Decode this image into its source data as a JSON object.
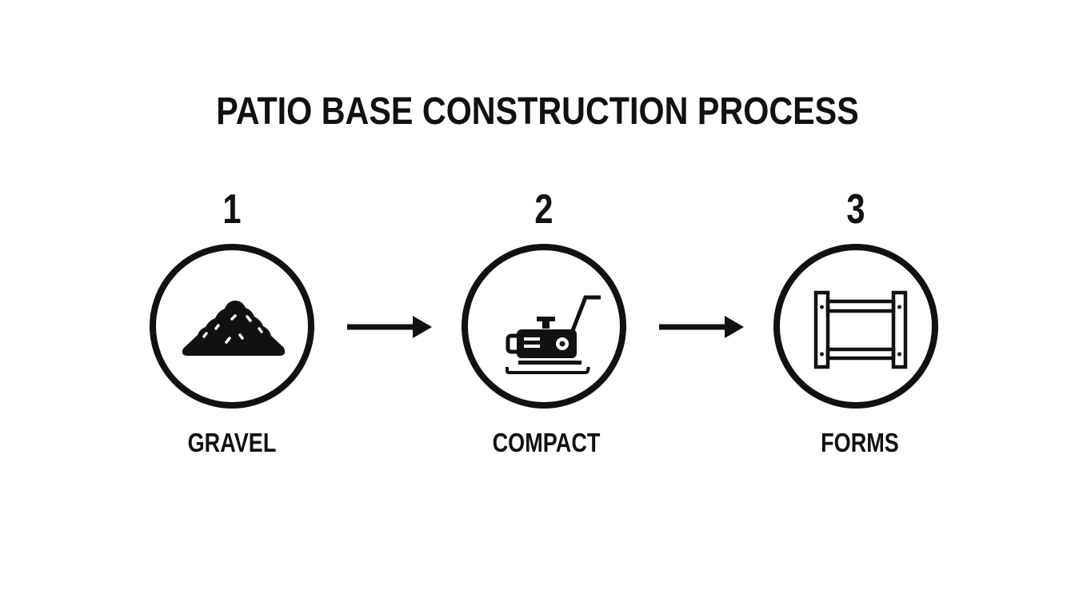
{
  "title": "PATIO BASE CONSTRUCTION PROCESS",
  "colors": {
    "background": "#ffffff",
    "foreground": "#111111"
  },
  "steps": [
    {
      "number": "1",
      "label": "GRAVEL",
      "icon": "gravel-pile-icon"
    },
    {
      "number": "2",
      "label": "COMPACT",
      "icon": "plate-compactor-icon"
    },
    {
      "number": "3",
      "label": "FORMS",
      "icon": "wooden-forms-icon"
    }
  ],
  "connectors": [
    {
      "from": "1",
      "to": "2",
      "icon": "arrow-right-icon"
    },
    {
      "from": "2",
      "to": "3",
      "icon": "arrow-right-icon"
    }
  ]
}
